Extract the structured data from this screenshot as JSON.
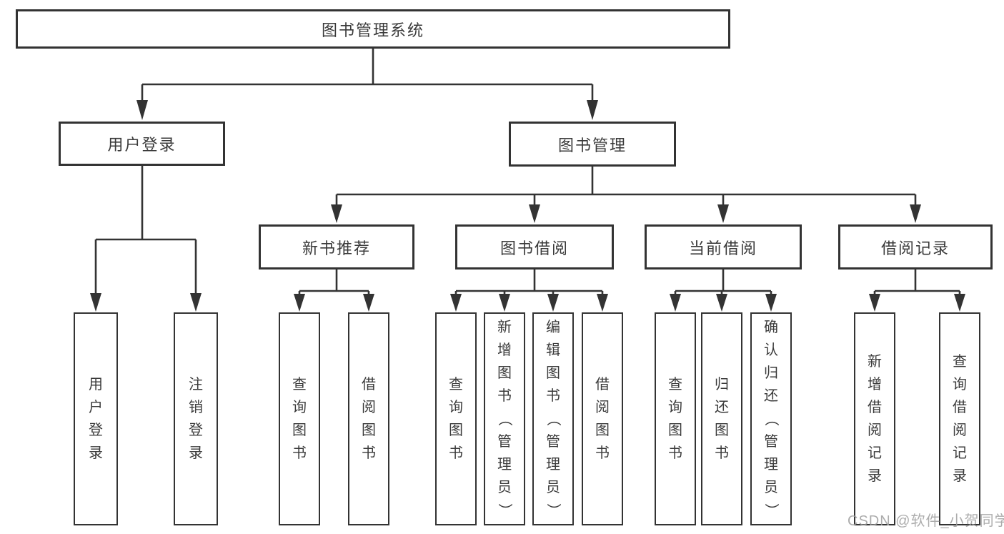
{
  "diagram": {
    "root": {
      "label": "图书管理系统"
    },
    "level2": [
      {
        "label": "用户登录"
      },
      {
        "label": "图书管理"
      }
    ],
    "level3": [
      {
        "label": "新书推荐"
      },
      {
        "label": "图书借阅"
      },
      {
        "label": "当前借阅"
      },
      {
        "label": "借阅记录"
      }
    ],
    "leaves": {
      "user_login": [
        "用户登录",
        "注销登录"
      ],
      "new_books": [
        "查询图书",
        "借阅图书"
      ],
      "borrow": [
        "查询图书",
        "新增图书（管理员）",
        "编辑图书（管理员）",
        "借阅图书"
      ],
      "current": [
        "查询图书",
        "归还图书",
        "确认归还（管理员）"
      ],
      "records": [
        "新增借阅记录",
        "查询借阅记录"
      ]
    }
  },
  "watermark": "CSDN @软件_小贺同学",
  "colors": {
    "line": "#333333",
    "box_border": "#333333",
    "text": "#3a3a3a",
    "watermark": "#9e9e9e",
    "background": "#ffffff"
  }
}
